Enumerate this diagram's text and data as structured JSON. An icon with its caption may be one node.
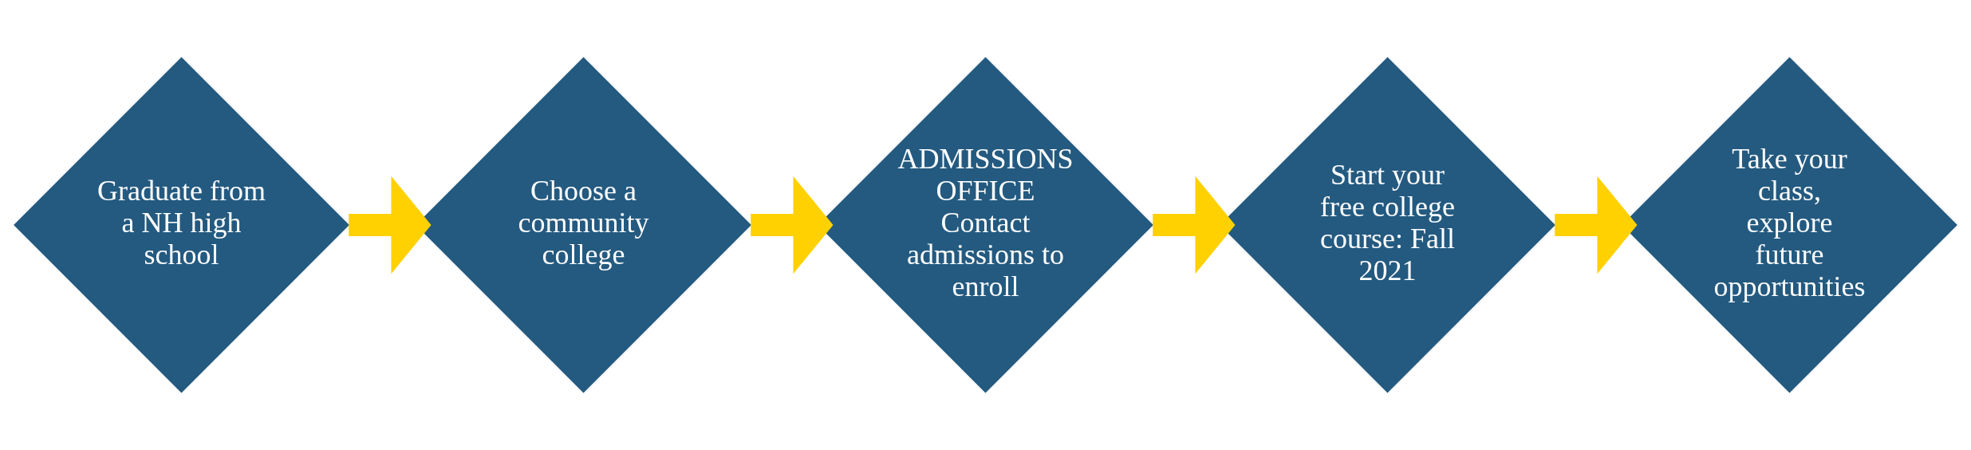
{
  "diagram": {
    "nodes": [
      {
        "text": [
          "Graduate from a NH high school"
        ]
      },
      {
        "text": [
          "Choose a community college"
        ]
      },
      {
        "text": [
          "ADMISSIONS OFFICE",
          "Contact admissions to enroll"
        ]
      },
      {
        "text": [
          "Start your free college course: Fall 2021"
        ]
      },
      {
        "text": [
          "Take your class, explore future opportunities"
        ]
      }
    ],
    "edges": [
      {
        "from": 0,
        "to": 1,
        "arrow": "to"
      },
      {
        "from": 1,
        "to": 2,
        "arrow": "to"
      },
      {
        "from": 2,
        "to": 3,
        "arrow": "to"
      },
      {
        "from": 3,
        "to": 4,
        "arrow": "to"
      }
    ]
  }
}
